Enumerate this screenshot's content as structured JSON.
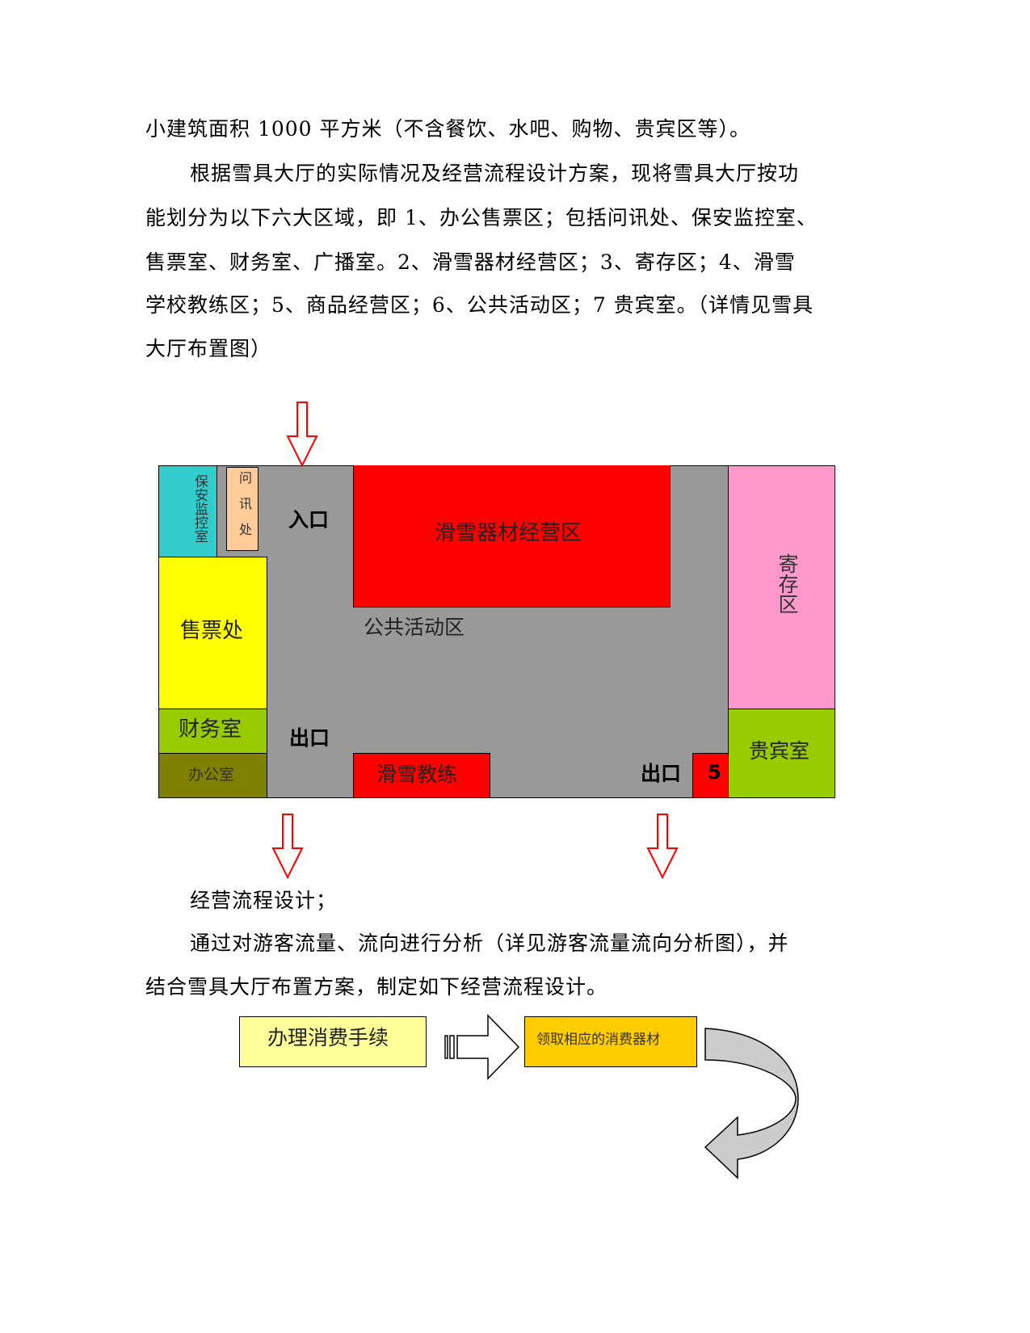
{
  "text": {
    "lines": [
      "小建筑面积 1000 平方米（不含餐饮、水吧、购物、贵宾区等）。",
      "根据雪具大厅的实际情况及经营流程设计方案，现将雪具大厅按功",
      "能划分为以下六大区域，即 1、办公售票区；包括问讯处、保安监控室、",
      "售票室、财务室、广播室。2、滑雪器材经营区；3、寄存区；4、滑雪",
      "学校教练区；5、商品经营区；6、公共活动区；7 贵宾室。（详情见雪具",
      "大厅布置图）"
    ],
    "lines2": [
      "经营流程设计；",
      "通过对游客流量、流向进行分析（详见游客流量流向分析图），并",
      "结合雪具大厅布置方案，制定如下经营流程设计。"
    ]
  },
  "floorplan": {
    "security": "保安监控室",
    "info": "问讯处",
    "entrance": "入口",
    "equipment": "滑雪器材经营区",
    "public": "公共活动区",
    "storage": "寄存区",
    "ticket": "售票处",
    "finance": "财务室",
    "office": "办公室",
    "exit_left": "出口",
    "coach": "滑雪教练",
    "exit_right": "出口",
    "five": "5",
    "vip": "贵宾室",
    "colors": {
      "floor": "#999999",
      "cyan": "#33CCCC",
      "peach": "#FFCC99",
      "red": "#FF0000",
      "pink": "#FF99CC",
      "yellow": "#FFFF00",
      "green": "#99CC00",
      "olive": "#808000"
    }
  },
  "flow": {
    "step1": "办理消费手续",
    "step2": "领取相应的消费器材"
  }
}
